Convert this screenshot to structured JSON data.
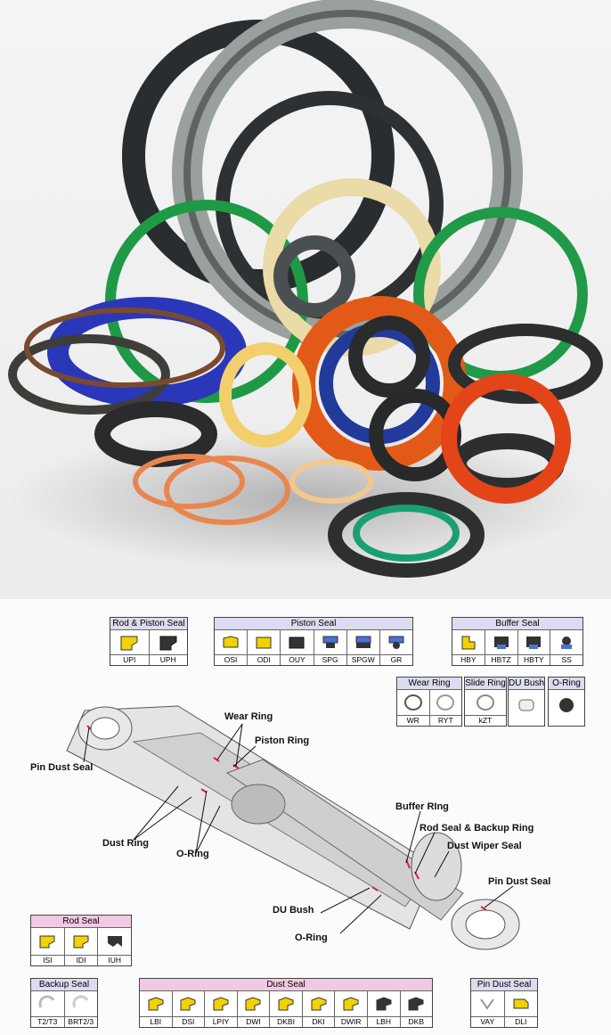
{
  "groups": {
    "rod_piston_seal": {
      "title": "Rod & Piston Seal",
      "items": [
        "UPI",
        "UPH"
      ]
    },
    "piston_seal": {
      "title": "Piston Seal",
      "items": [
        "OSI",
        "ODI",
        "OUY",
        "SPG",
        "SPGW",
        "GR"
      ]
    },
    "buffer_seal": {
      "title": "Buffer Seal",
      "items": [
        "HBY",
        "HBTZ",
        "HBTY",
        "SS"
      ]
    },
    "wear_ring": {
      "title": "Wear Ring",
      "items": [
        "WR",
        "RYT"
      ]
    },
    "slide_ring": {
      "title": "Slide Ring",
      "items": [
        "kZT"
      ]
    },
    "du_bush": {
      "title": "DU Bush",
      "items": [
        ""
      ]
    },
    "o_ring": {
      "title": "O-Ring",
      "items": [
        ""
      ]
    },
    "rod_seal": {
      "title": "Rod Seal",
      "items": [
        "ISI",
        "IDI",
        "IUH"
      ]
    },
    "backup_seal": {
      "title": "Backup Seal",
      "items": [
        "T2/T3",
        "BRT2/3"
      ]
    },
    "dust_seal": {
      "title": "Dust Seal",
      "items": [
        "LBI",
        "DSI",
        "LPIY",
        "DWI",
        "DKBI",
        "DKI",
        "DWIR",
        "LBH",
        "DKB"
      ]
    },
    "pin_dust_seal": {
      "title": "Pin Dust Seal",
      "items": [
        "VAY",
        "DLI"
      ]
    }
  },
  "callouts": {
    "wear_ring": "Wear Ring",
    "piston_ring": "Piston Ring",
    "pin_dust_seal_left": "Pin Dust Seal",
    "dust_ring": "Dust Ring",
    "o_ring_1": "O-Ring",
    "buffer_ring": "Buffer RIng",
    "rod_seal_backup": "Rod Seal & Backup Ring",
    "dust_wiper": "Dust Wiper Seal",
    "pin_dust_seal_right": "Pin Dust Seal",
    "du_bush": "DU Bush",
    "o_ring_2": "O-Ring"
  },
  "colors": {
    "icon_yellow": "#f2d200",
    "icon_dark": "#333333",
    "icon_blue": "#4a6fd8",
    "header_blue": "#dcdcf0",
    "header_pink": "#f2c9e2"
  }
}
